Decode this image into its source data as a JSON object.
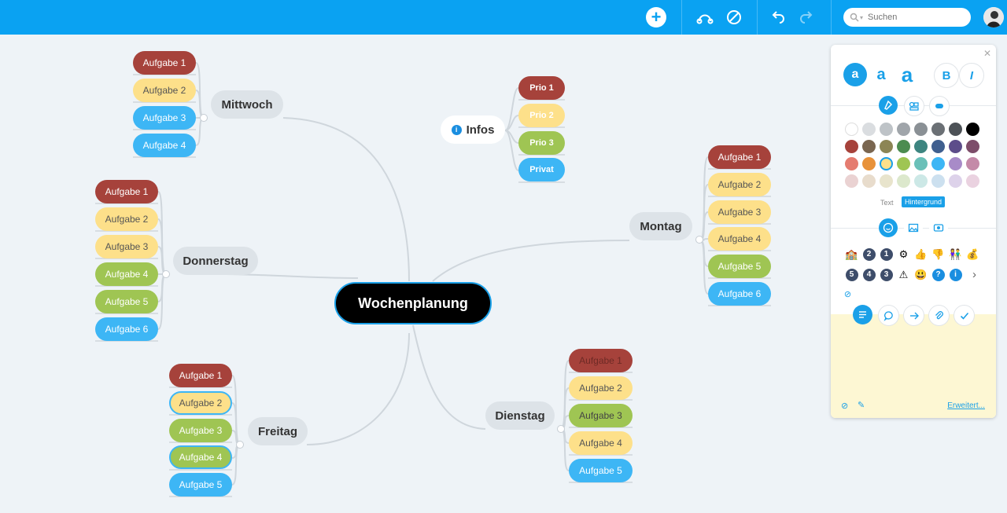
{
  "center_title": "Wochenplanung",
  "infos": {
    "label": "Infos",
    "items": [
      "Prio 1",
      "Prio 2",
      "Prio 3",
      "Privat"
    ]
  },
  "branches": {
    "mittwoch": {
      "label": "Mittwoch",
      "tasks": [
        "Aufgabe 1",
        "Aufgabe 2",
        "Aufgabe 3",
        "Aufgabe 4"
      ]
    },
    "donnerstag": {
      "label": "Donnerstag",
      "tasks": [
        "Aufgabe 1",
        "Aufgabe 2",
        "Aufgabe 3",
        "Aufgabe 4",
        "Aufgabe 5",
        "Aufgabe 6"
      ]
    },
    "freitag": {
      "label": "Freitag",
      "tasks": [
        "Aufgabe 1",
        "Aufgabe 2",
        "Aufgabe 3",
        "Aufgabe 4",
        "Aufgabe 5"
      ]
    },
    "montag": {
      "label": "Montag",
      "tasks": [
        "Aufgabe 1",
        "Aufgabe 2",
        "Aufgabe 3",
        "Aufgabe 4",
        "Aufgabe 5",
        "Aufgabe 6"
      ]
    },
    "dienstag": {
      "label": "Dienstag",
      "tasks": [
        "Aufgabe 1",
        "Aufgabe 2",
        "Aufgabe 3",
        "Aufgabe 4",
        "Aufgabe 5"
      ]
    }
  },
  "search": {
    "placeholder": "Suchen"
  },
  "panel": {
    "format_buttons": [
      "a",
      "a",
      "a",
      "B",
      "I"
    ],
    "color_mode": {
      "text": "Text",
      "background": "Hintergrund"
    },
    "more_link": "Erweitert...",
    "emoji_row2_numbers": [
      "5",
      "4",
      "3"
    ],
    "emoji_row1_numbers": [
      "2",
      "1"
    ]
  },
  "colors": {
    "topbar": "#0aa2f2",
    "accent": "#1aa0e8",
    "red": "#a6423b",
    "yellow": "#fde08a",
    "green": "#9fc553",
    "blue": "#3db6f5"
  },
  "icons": {
    "topbar": [
      "add-icon",
      "connect-icon",
      "no-entry-icon",
      "undo-icon",
      "redo-icon",
      "search-icon"
    ],
    "panel_tabs": [
      "paint-icon",
      "style-icon",
      "shape-icon",
      "emoji-icon",
      "image-icon",
      "video-icon"
    ],
    "panel_bottom": [
      "note-icon",
      "comment-icon",
      "link-arrow-icon",
      "attachment-icon",
      "task-check-icon"
    ]
  }
}
